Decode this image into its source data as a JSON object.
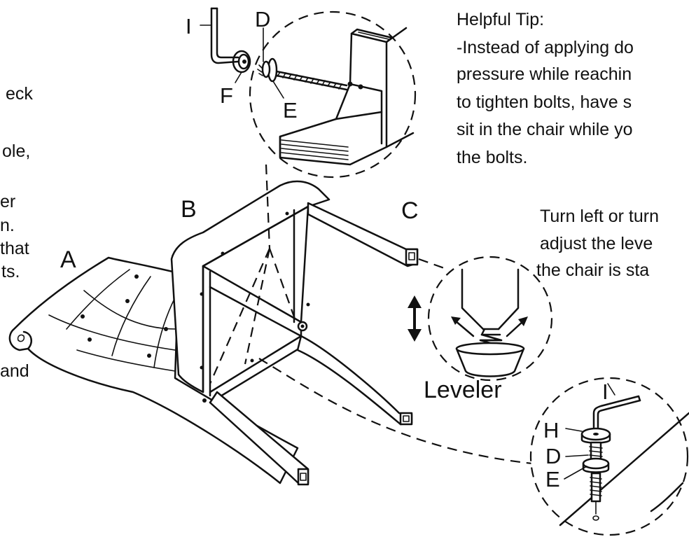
{
  "left_text": {
    "line1": "eck",
    "line2": "ole,",
    "line3": "er",
    "line4": "n.",
    "line5": "that",
    "line6": "ts.",
    "line7": "and"
  },
  "helpful_tip": {
    "title": "Helpful Tip:",
    "line1": "-Instead of applying do",
    "line2": "pressure while reachin",
    "line3": "to tighten bolts, have s",
    "line4": "sit in the chair while yo",
    "line5": "the bolts."
  },
  "leveler_note": {
    "line1": "Turn left or turn",
    "line2": "adjust the leve",
    "line3": "the chair is sta"
  },
  "part_labels": {
    "a": "A",
    "b": "B",
    "c": "C",
    "d_top": "D",
    "e_top": "E",
    "f_top": "F",
    "i_top": "I",
    "i_bottom": "I",
    "h_bottom": "H",
    "d_bottom": "D",
    "e_bottom": "E"
  },
  "leveler_label": "Leveler"
}
